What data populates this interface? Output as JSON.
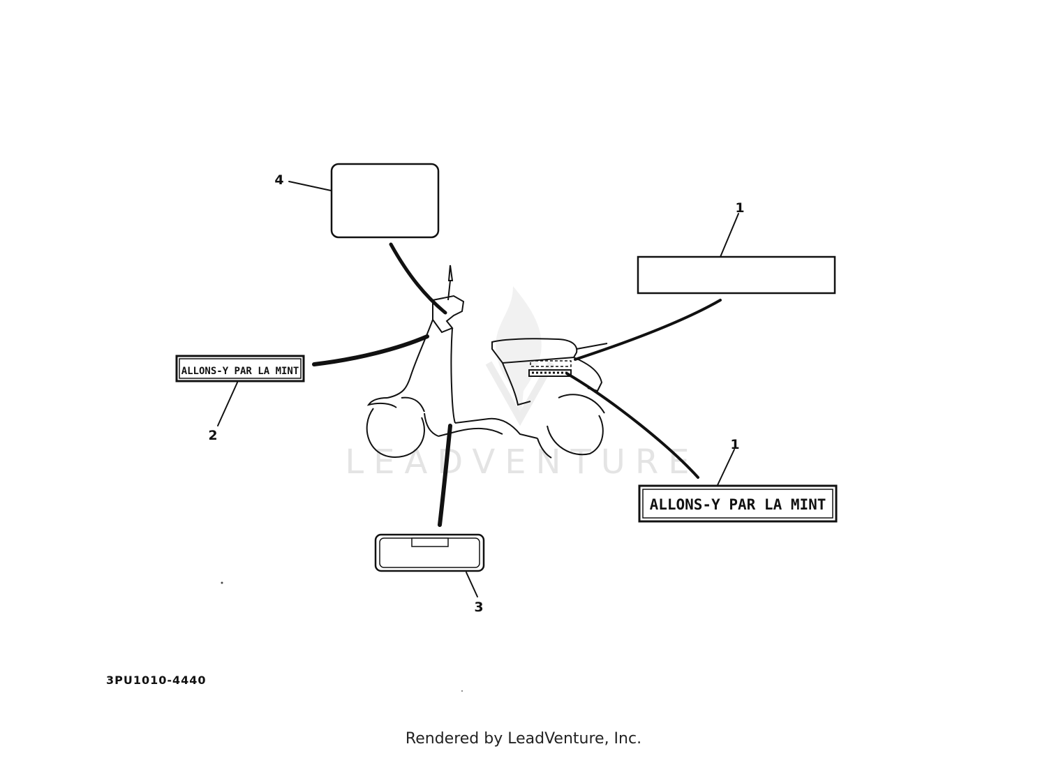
{
  "callouts": {
    "top_box": "4",
    "right_plain": "1",
    "left_decal": "2",
    "right_decal": "1",
    "bottom_box": "3"
  },
  "decals": {
    "left": "ALLONS-Y PAR LA MINT",
    "right": "ALLONS-Y PAR LA MINT"
  },
  "drawing_code": "3PU1010-4440",
  "watermark": "LEADVENTURE",
  "footer": "Rendered by LeadVenture, Inc."
}
